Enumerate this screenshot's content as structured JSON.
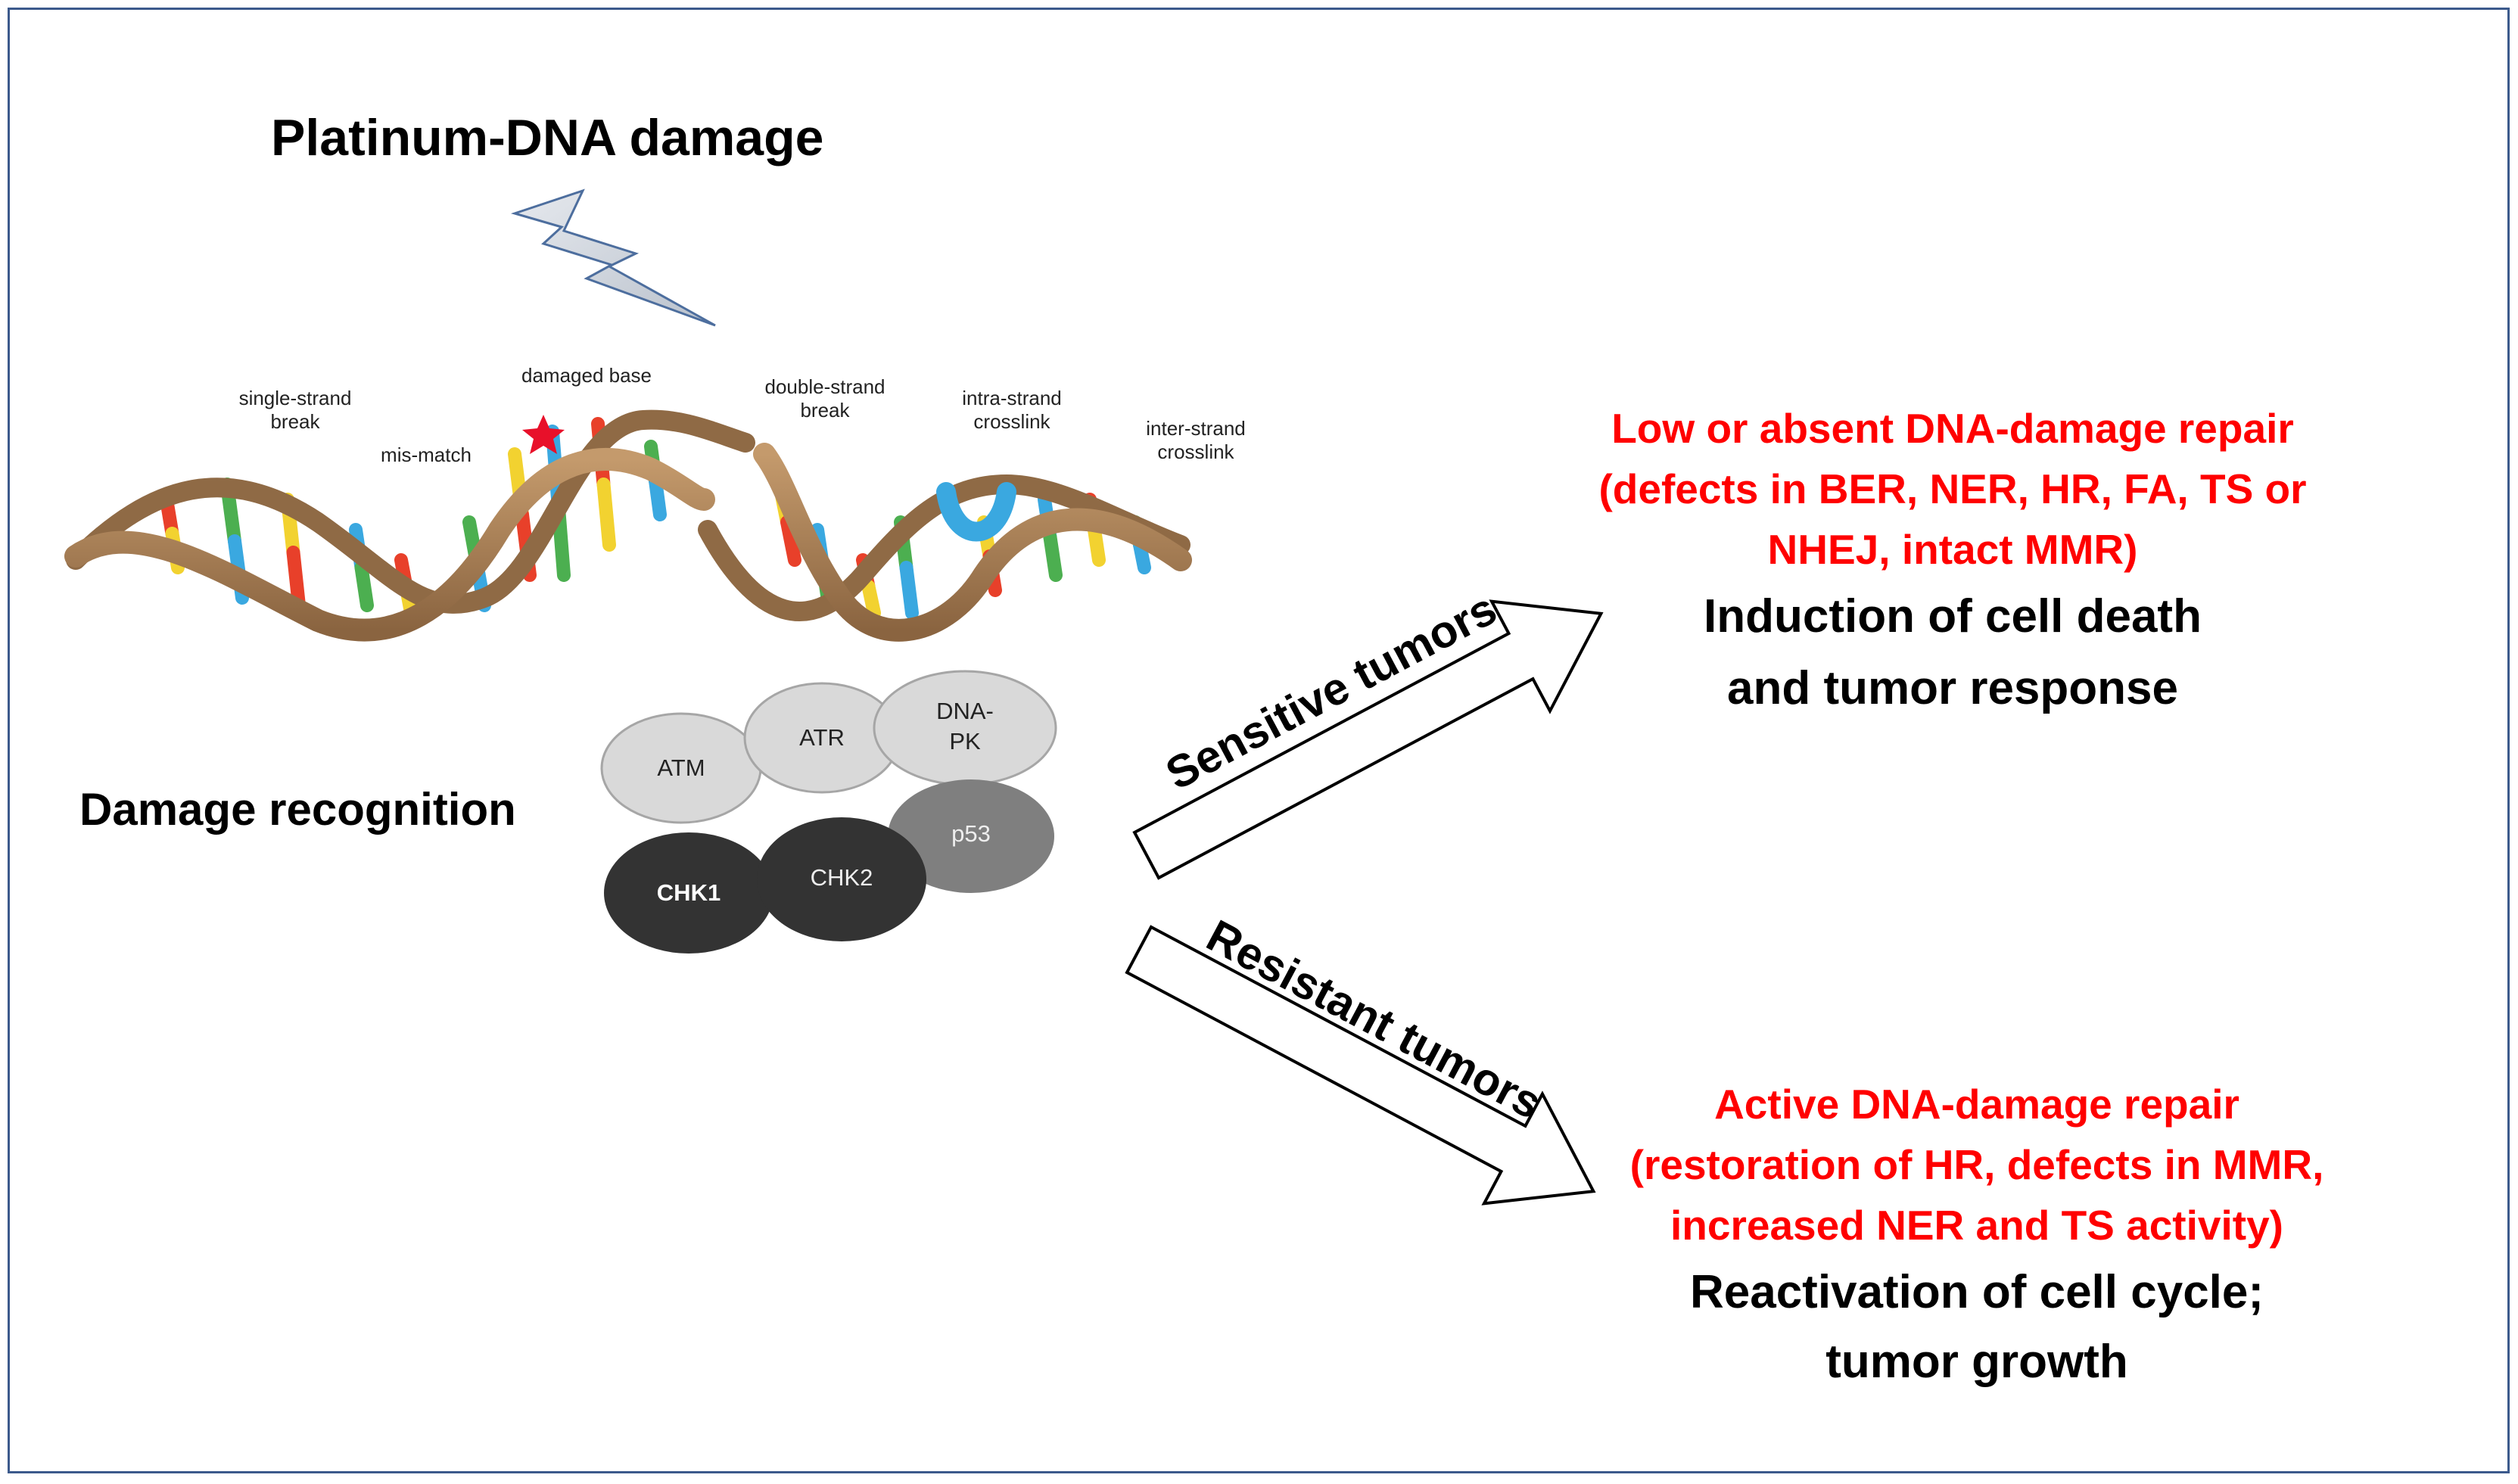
{
  "title": "Platinum-DNA damage",
  "dna_labels": {
    "single_strand_break": [
      "single-strand",
      "break"
    ],
    "mis_match": "mis-match",
    "damaged_base": "damaged base",
    "double_strand_break": [
      "double-strand",
      "break"
    ],
    "intra_strand_crosslink": [
      "intra-strand",
      "crosslink"
    ],
    "inter_strand_crosslink": [
      "inter-strand",
      "crosslink"
    ]
  },
  "damage_recognition": "Damage recognition",
  "proteins": {
    "atm": "ATM",
    "atr": "ATR",
    "dna_pk": [
      "DNA-",
      "PK"
    ],
    "p53": "p53",
    "chk1": "CHK1",
    "chk2": "CHK2"
  },
  "sensitive": {
    "arrow_label": "Sensitive tumors",
    "repair_lines": [
      "Low or absent  DNA-damage  repair",
      "(defects in BER, NER, HR, FA, TS or",
      "NHEJ, intact MMR)"
    ],
    "outcome_lines": [
      "Induction of cell death",
      "and tumor response"
    ]
  },
  "resistant": {
    "arrow_label": "Resistant tumors",
    "repair_lines": [
      "Active DNA-damage  repair",
      "(restoration of HR,  defects in MMR,",
      "increased NER and TS activity)"
    ],
    "outcome_lines": [
      "Reactivation of cell cycle;",
      "tumor growth"
    ]
  },
  "colors": {
    "frame": "#3c5a8c",
    "repair_text": "#ff0000",
    "backbone": "#a07a52",
    "base_red": "#e8402a",
    "base_green": "#4caf50",
    "base_yellow": "#f2d230",
    "base_blue": "#3aa8e0",
    "protein_light": "#d9d9d9",
    "protein_mid": "#7f7f7f",
    "protein_dark": "#333333"
  }
}
